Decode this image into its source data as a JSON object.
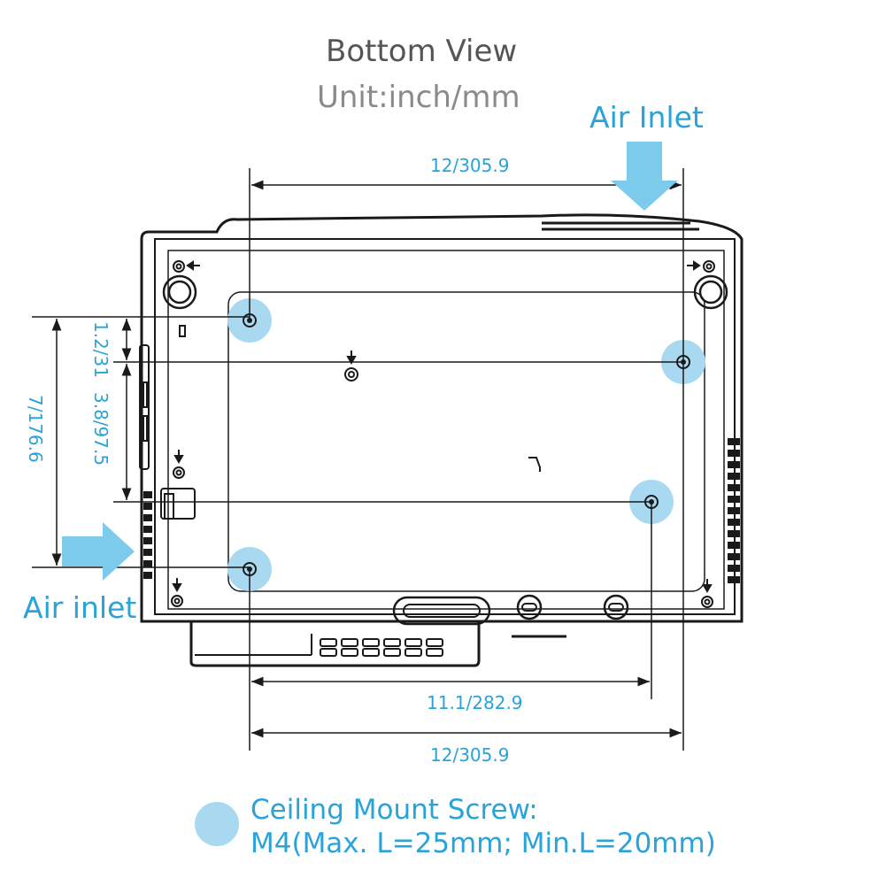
{
  "header": {
    "title": "Bottom View",
    "unit": "Unit:inch/mm"
  },
  "labels": {
    "air_inlet_top": "Air Inlet",
    "air_inlet_left": "Air inlet"
  },
  "dimensions": {
    "top_width": "12/305.9",
    "mid_width": "11.1/282.9",
    "bottom_width": "12/305.9",
    "left_total": "7/176.6",
    "left_small": "1.2/31",
    "left_mid": "3.8/97.5"
  },
  "legend": {
    "line1": "Ceiling Mount Screw:",
    "line2": "M4(Max. L=25mm; Min.L=20mm)"
  },
  "colors": {
    "accent": "#29a3d8",
    "screw_fill": "#a9d9f1",
    "arrow_fill": "#7ccbed",
    "outline": "#1a1a1a"
  }
}
